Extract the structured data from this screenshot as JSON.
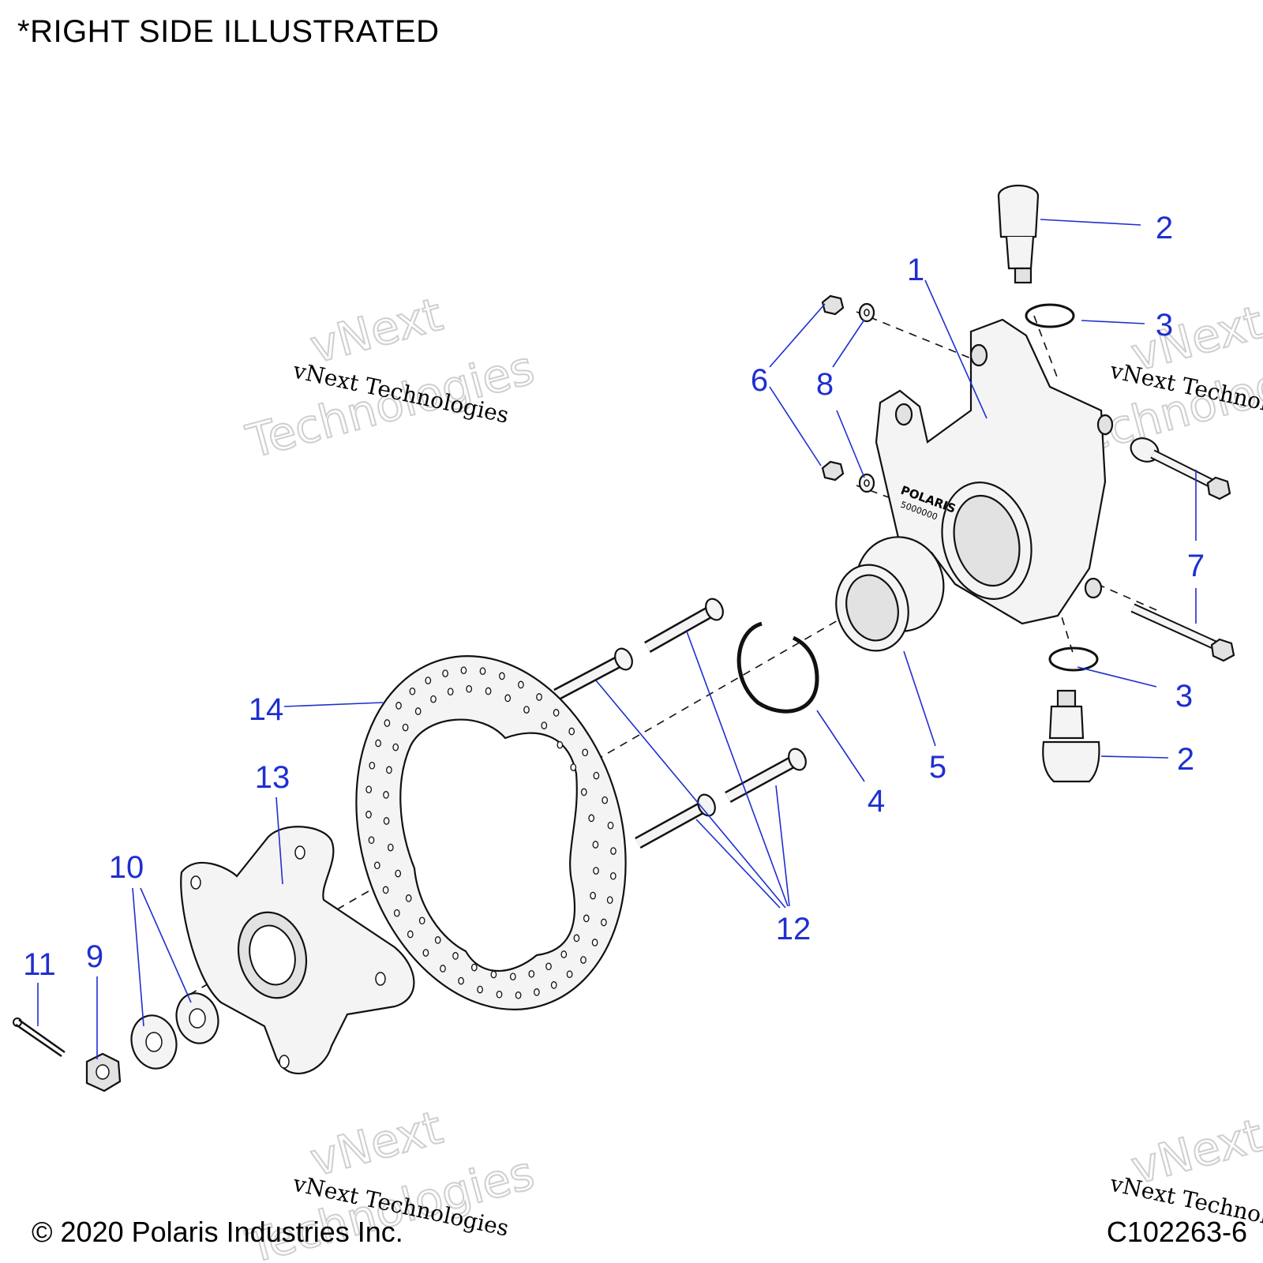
{
  "header": {
    "note": "*RIGHT SIDE ILLUSTRATED"
  },
  "footer": {
    "copyright": "© 2020 Polaris Industries Inc.",
    "figure_code": "C102263-6"
  },
  "knuckle_stamp": {
    "brand": "POLARIS",
    "part_number": "5000000"
  },
  "watermark": {
    "line": "vNext Technologies",
    "big_word_1": "vNext",
    "big_word_2": "Technologies"
  },
  "callouts": {
    "c1": "1",
    "c2a": "2",
    "c2b": "2",
    "c3a": "3",
    "c3b": "3",
    "c4": "4",
    "c5": "5",
    "c6": "6",
    "c7": "7",
    "c8": "8",
    "c9": "9",
    "c10": "10",
    "c11": "11",
    "c12": "12",
    "c13": "13",
    "c14": "14"
  },
  "colors": {
    "callout": "#1f2fd0",
    "line": "#111111"
  }
}
